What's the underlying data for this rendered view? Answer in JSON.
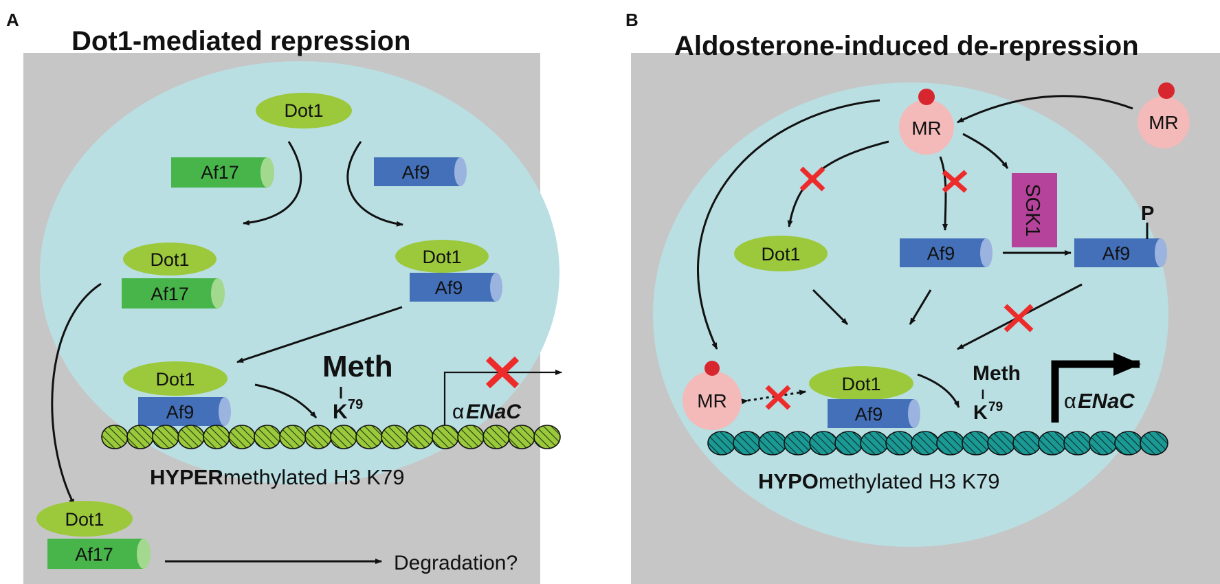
{
  "panels": {
    "a": {
      "letter": "A",
      "title": "Dot1-mediated repression",
      "dot1": "Dot1",
      "af17": "Af17",
      "af9": "Af9",
      "meth": "Meth",
      "k": "K",
      "k_sup": "79",
      "gene_prefix": "α",
      "gene": "ENaC",
      "caption_bold": "HYPER",
      "caption_rest": "methylated H3 K79",
      "degradation": "Degradation?"
    },
    "b": {
      "letter": "B",
      "title": "Aldosterone-induced de-repression",
      "mr": "MR",
      "dot1": "Dot1",
      "af9": "Af9",
      "sgk1": "SGK1",
      "p": "P",
      "meth": "Meth",
      "k": "K",
      "k_sup": "79",
      "gene_prefix": "α",
      "gene": "ENaC",
      "caption_bold": "HYPO",
      "caption_rest": "methylated H3 K79"
    }
  },
  "colors": {
    "background": "#c6c6c6",
    "nucleus": "#b9dfe3",
    "dot1": "#9bc93b",
    "af17": "#48b54a",
    "af9": "#4370b8",
    "mr": "#f4b9b9",
    "ligand": "#d8262e",
    "sgk1": "#b6439b",
    "cross": "#ee2b2b",
    "nucleosome_a": "#9bc93b",
    "nucleosome_b": "#1a9995"
  }
}
